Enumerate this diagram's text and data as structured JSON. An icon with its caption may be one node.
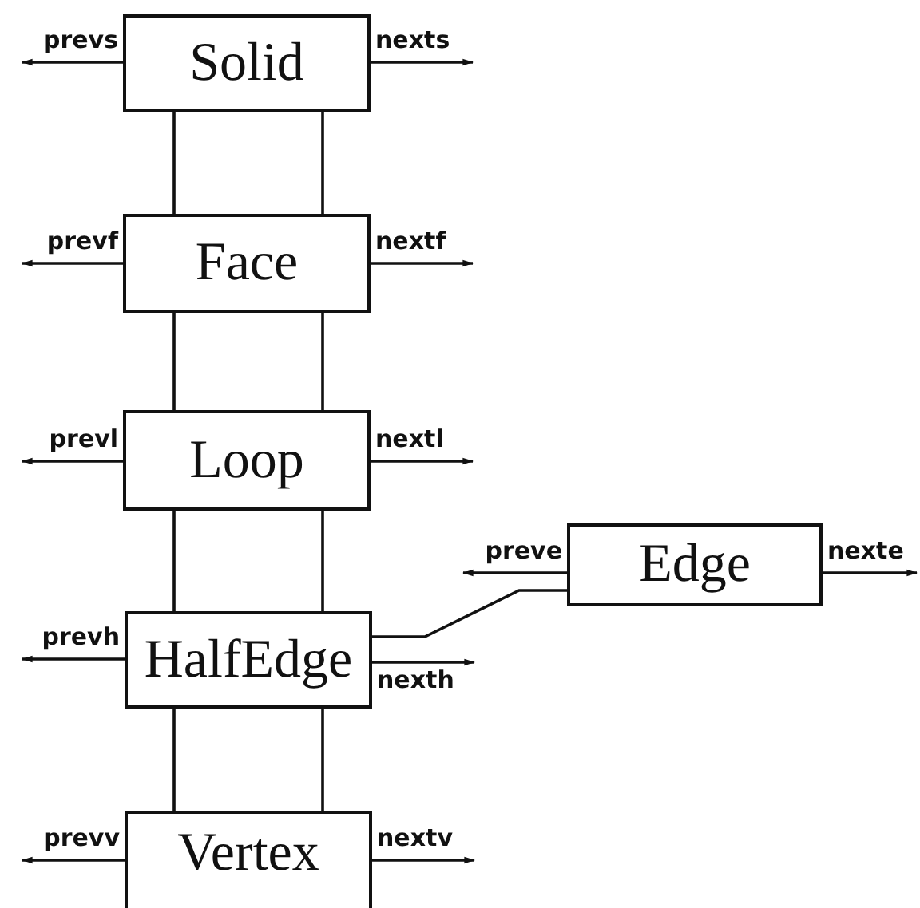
{
  "diagram": {
    "nodes": [
      {
        "text": [
          "Solid"
        ]
      },
      {
        "text": [
          "Face"
        ]
      },
      {
        "text": [
          "Loop"
        ]
      },
      {
        "text": [
          "HalfEdge"
        ]
      },
      {
        "text": [
          "Vertex"
        ]
      },
      {
        "text": [
          "Edge"
        ]
      }
    ],
    "edges": [
      {
        "from": 0,
        "to": 1,
        "arrow": "none"
      },
      {
        "from": 0,
        "to": 1,
        "arrow": "none"
      },
      {
        "from": 1,
        "to": 2,
        "arrow": "none"
      },
      {
        "from": 1,
        "to": 2,
        "arrow": "none"
      },
      {
        "from": 2,
        "to": 3,
        "arrow": "none"
      },
      {
        "from": 2,
        "to": 3,
        "arrow": "none"
      },
      {
        "from": 3,
        "to": 4,
        "arrow": "none"
      },
      {
        "from": 3,
        "to": 4,
        "arrow": "none"
      },
      {
        "from": 3,
        "to": 5,
        "arrow": "none"
      },
      {
        "from": 0,
        "to": null,
        "arrow": "to",
        "label": "prevs"
      },
      {
        "from": 0,
        "to": null,
        "arrow": "to",
        "label": "nexts"
      },
      {
        "from": 1,
        "to": null,
        "arrow": "to",
        "label": "prevf"
      },
      {
        "from": 1,
        "to": null,
        "arrow": "to",
        "label": "nextf"
      },
      {
        "from": 2,
        "to": null,
        "arrow": "to",
        "label": "prevl"
      },
      {
        "from": 2,
        "to": null,
        "arrow": "to",
        "label": "nextl"
      },
      {
        "from": 5,
        "to": null,
        "arrow": "to",
        "label": "preve"
      },
      {
        "from": 5,
        "to": null,
        "arrow": "to",
        "label": "nexte"
      },
      {
        "from": 3,
        "to": null,
        "arrow": "to",
        "label": "prevh"
      },
      {
        "from": 3,
        "to": null,
        "arrow": "to",
        "label": "nexth"
      },
      {
        "from": 4,
        "to": null,
        "arrow": "to",
        "label": "prevv"
      },
      {
        "from": 4,
        "to": null,
        "arrow": "to",
        "label": "nextv"
      }
    ]
  }
}
